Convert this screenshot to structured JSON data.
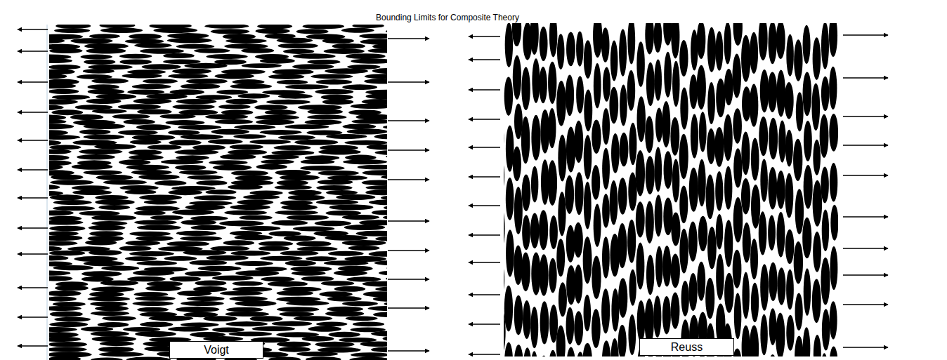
{
  "diagram": {
    "title": "Bounding Limits for Composite Theory",
    "nodes": [
      {
        "text": [
          "Voigt"
        ]
      },
      {
        "text": [
          "Reuss"
        ]
      }
    ]
  }
}
